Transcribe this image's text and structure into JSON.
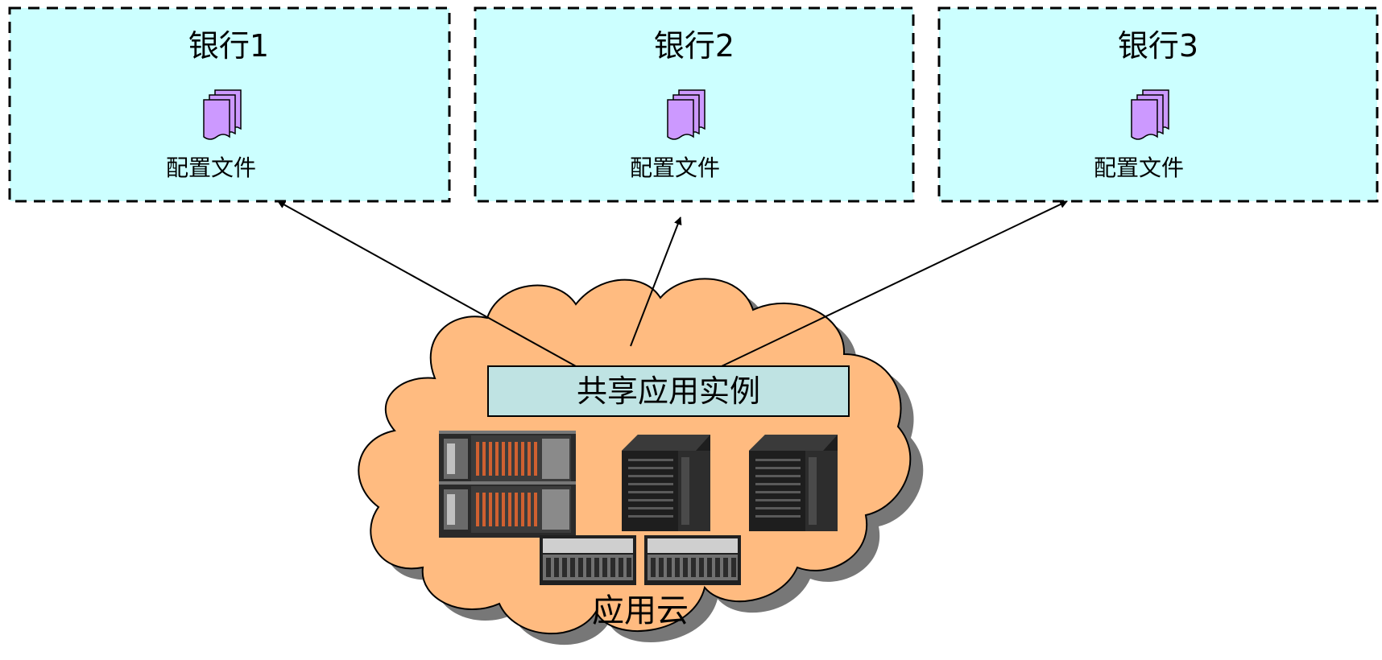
{
  "banks": [
    {
      "title": "银行1",
      "doc_label": "配置文件"
    },
    {
      "title": "银行2",
      "doc_label": "配置文件"
    },
    {
      "title": "银行3",
      "doc_label": "配置文件"
    }
  ],
  "shared_instance": {
    "label": "共享应用实例"
  },
  "cloud": {
    "label": "应用云"
  },
  "icons": {
    "document": "document-stack-icon",
    "blade": "blade-server-icon",
    "tower": "tower-server-icon",
    "storage": "storage-array-icon"
  },
  "colors": {
    "bank_fill": "#ccffff",
    "cloud_fill": "#ffbb80",
    "shared_fill": "#bfe3e3",
    "doc_fill": "#cc99ff"
  }
}
